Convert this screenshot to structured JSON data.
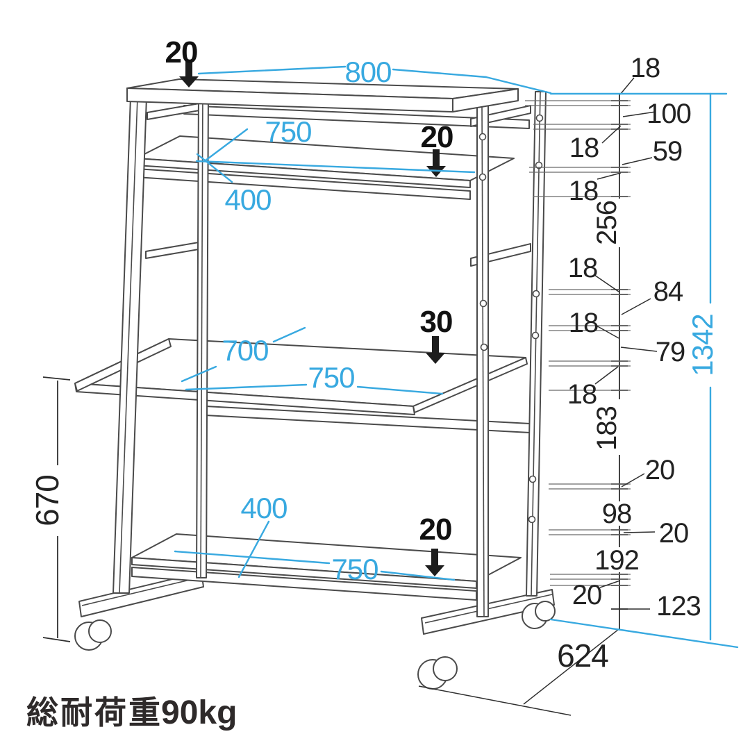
{
  "colors": {
    "dimension_cyan": "#38a9e0",
    "structure_line": "#4a4a4a",
    "label_black": "#222222"
  },
  "caption": {
    "label": "総耐荷重",
    "value": "90kg"
  },
  "load_points": [
    {
      "value": "20",
      "target": "top-shelf"
    },
    {
      "value": "20",
      "target": "middle-shelf"
    },
    {
      "value": "30",
      "target": "desk-surface"
    },
    {
      "value": "20",
      "target": "bottom-shelf"
    }
  ],
  "outer": {
    "top_width": "800",
    "overall_height": "1342",
    "desk_height": "670",
    "base_depth": "624",
    "caster_height": "123"
  },
  "shelves": {
    "middle": {
      "width": "750",
      "depth": "400"
    },
    "desk": {
      "width": "750",
      "depth": "700"
    },
    "bottom": {
      "width": "750",
      "depth": "400"
    }
  },
  "chain": [
    {
      "value": "18"
    },
    {
      "value": "100"
    },
    {
      "value": "18"
    },
    {
      "value": "59"
    },
    {
      "value": "18"
    },
    {
      "value": "256"
    },
    {
      "value": "18"
    },
    {
      "value": "84"
    },
    {
      "value": "18"
    },
    {
      "value": "79"
    },
    {
      "value": "18"
    },
    {
      "value": "183"
    },
    {
      "value": "20"
    },
    {
      "value": "98"
    },
    {
      "value": "20"
    },
    {
      "value": "192"
    },
    {
      "value": "20"
    }
  ]
}
